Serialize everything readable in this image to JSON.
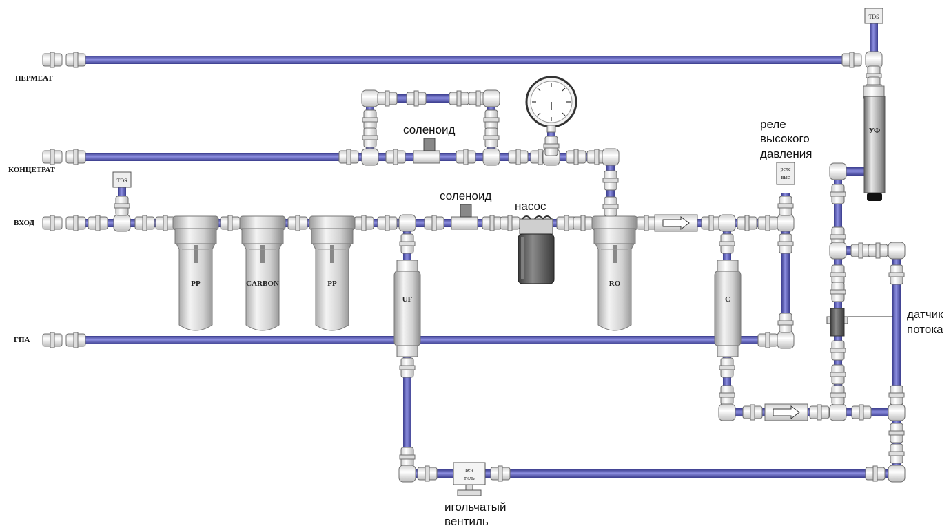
{
  "lines": {
    "permeate": "ПЕРМЕАТ",
    "concentrate": "КОНЦЕТРАТ",
    "inlet": "ВХОД",
    "hot_water": "ГПА"
  },
  "labels": {
    "solenoid_top": "соленоид",
    "solenoid_main": "соленоид",
    "pump": "насос",
    "pressure_relay": [
      "реле",
      "высокого",
      "давления"
    ],
    "flow_sensor": [
      "датчик",
      "потока"
    ],
    "needle_valve": [
      "игольчатый",
      "вентиль"
    ]
  },
  "components": {
    "filter_1": "PP",
    "filter_2": "CARBON",
    "filter_3": "PP",
    "membrane": "RO",
    "ultrafilter": "UF",
    "post_carbon": "C",
    "uv_lamp": "УФ",
    "tds_inlet": "TDS",
    "tds_outlet": "TDS",
    "relay_box": [
      "реле",
      "выс"
    ],
    "valve_box": [
      "вен",
      "тиль"
    ]
  },
  "colors": {
    "tube": "#5a5cb0",
    "fitting": "#f2f2f2",
    "fitting_stroke": "#6e6e6e",
    "housing": "#d9d9d9",
    "pump_body": "#555555"
  }
}
